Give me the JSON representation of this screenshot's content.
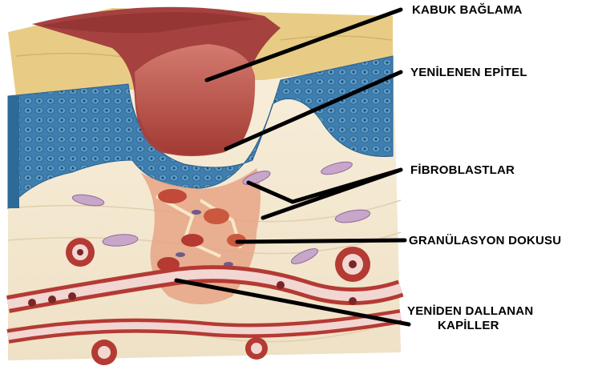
{
  "labels": {
    "scab": "KABUK BAĞLAMA",
    "epithelium": "YENİLENEN EPİTEL",
    "fibroblasts": "FİBROBLASTLAR",
    "granulation": "GRANÜLASYON DOKUSU",
    "capillaries_line1": "YENİDEN DALLANAN",
    "capillaries_line2": "KAPİLLER"
  },
  "colors": {
    "skin_surface": "#e9cf8a",
    "epidermis_blue": "#3d7fae",
    "scab_red": "#b7473e",
    "dermis_cream": "#f6ecd9",
    "vessel_red": "#b43a33",
    "leader_line": "#000000"
  }
}
